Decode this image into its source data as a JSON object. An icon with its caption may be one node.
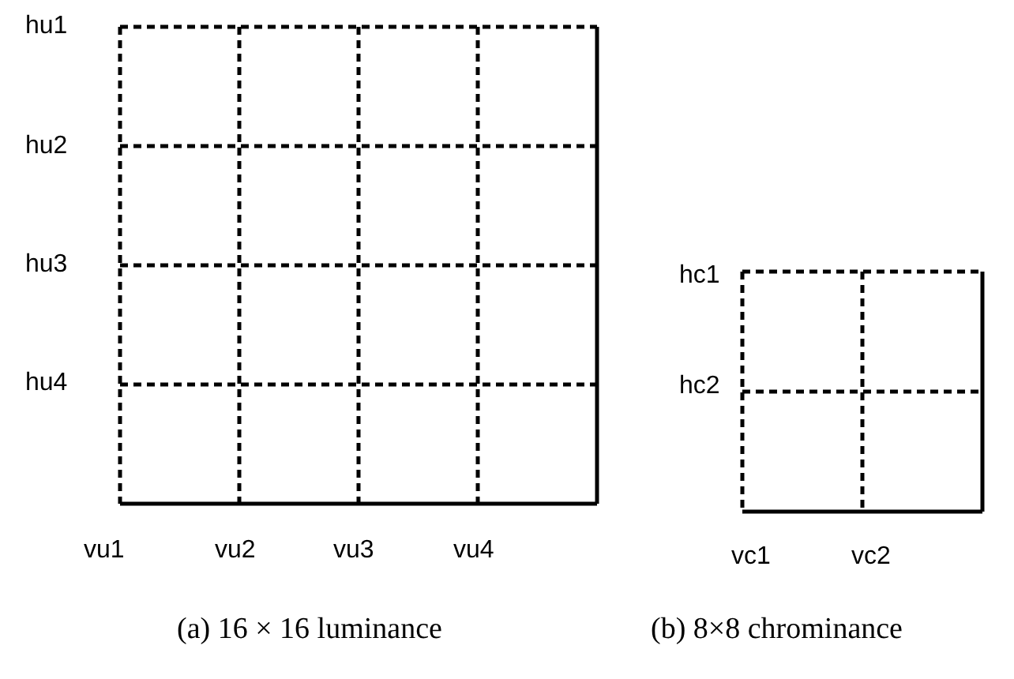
{
  "diagram": {
    "labels": [
      "hu1",
      "hu2",
      "hu3",
      "hc1",
      "hu4",
      "hc2",
      "vu1",
      "vu2",
      "vu3",
      "vu4",
      "vc1",
      "vc2",
      "(a) 16 × 16 luminance",
      "(b) 8×8 chrominance"
    ]
  }
}
